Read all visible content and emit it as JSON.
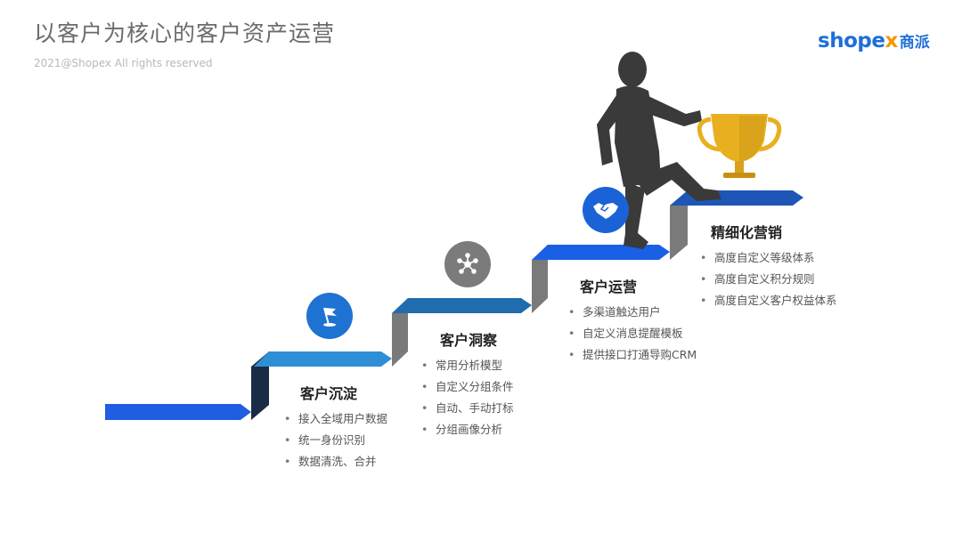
{
  "header": {
    "title": "以客户为核心的客户资产运营",
    "copyright": "2021@Shopex All rights reserved"
  },
  "logo": {
    "brand_pre": "shope",
    "brand_x": "x",
    "brand_cn": "商派"
  },
  "stages": [
    {
      "title": "客户沉淀",
      "icon": "flag-icon",
      "items": [
        "接入全域用户数据",
        "统一身份识别",
        "数据清洗、合并"
      ]
    },
    {
      "title": "客户洞察",
      "icon": "network-icon",
      "items": [
        "常用分析模型",
        "自定义分组条件",
        "自动、手动打标",
        "分组画像分析"
      ]
    },
    {
      "title": "客户运营",
      "icon": "handshake-icon",
      "items": [
        "多渠道触达用户",
        "自定义消息提醒模板",
        "提供接口打通导购CRM"
      ]
    },
    {
      "title": "精细化营销",
      "icon": "trophy-icon",
      "items": [
        "高度自定义等级体系",
        "高度自定义积分规则",
        "高度自定义客户权益体系"
      ]
    }
  ],
  "colors": {
    "step1": "#1d5fe0",
    "step2": "#2f8fd6",
    "step3": "#1f6cae",
    "step4": "#1a60e6",
    "step5": "#1e56b8",
    "riser_dark": "#1a2b45",
    "riser_gray": "#808080",
    "figure": "#3a3a3a",
    "trophy": "#e8b020"
  }
}
